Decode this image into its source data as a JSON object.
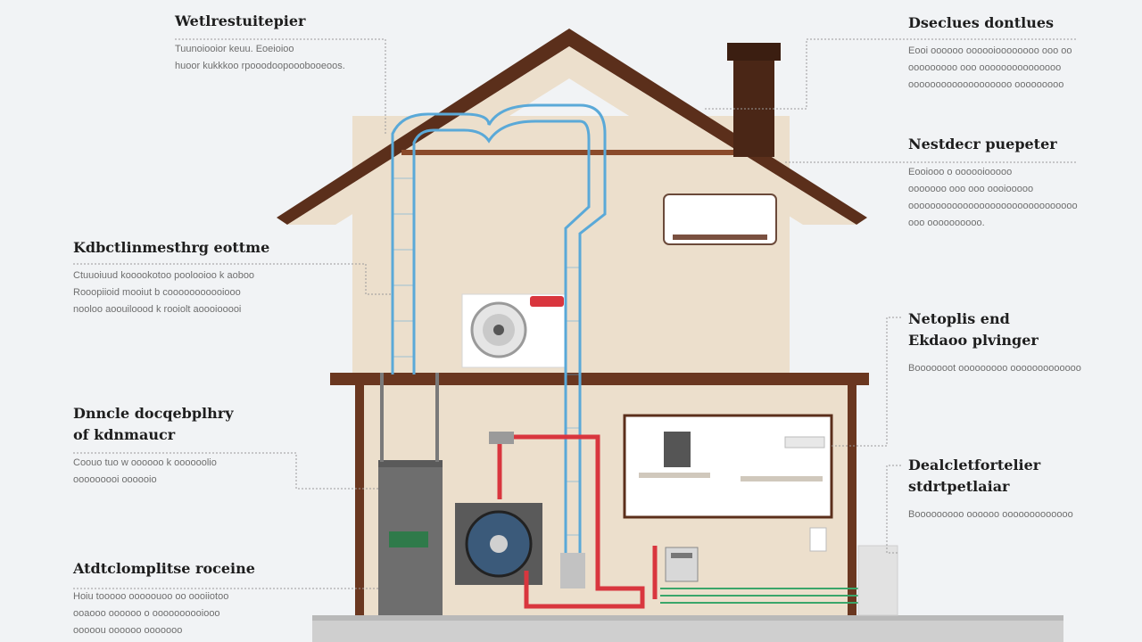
{
  "colors": {
    "background": "#f1f3f5",
    "house_wall": "#ecdfcc",
    "roof": "#5b2f1b",
    "duct": "#5aa9d8",
    "hot_pipe": "#d9363e",
    "ground_pipe": "#3aa66a",
    "label_text": "#1e1e1e",
    "desc_text": "#6e6e6e"
  },
  "callouts": {
    "top_left": {
      "title": "Wetlrestuitepier",
      "desc": "Tuunoiooior keuu. Eoeioioo\nhuoor kukkkoo rpooodoopooobooeoos."
    },
    "mid_left": {
      "title": "Kdbctlinmesthrg eottme",
      "desc": "Ctuuoiuud kooookotoo poolooioo k aoboo\nRooopiioid mooiut b cooooooooooiooo\nnooloo aoouiloood k rooiolt aoooiooooi"
    },
    "low_left": {
      "title": "Dnncle docqebplhry\nof kdnmaucr",
      "desc": "Coouo tuo w oooooo k oooooolio\nooooooooi oooooio"
    },
    "bottom_left": {
      "title": "Atdtclomplitse roceine",
      "desc": "Hoiu tooooo ooooouoo oo oooiiotoo\nooaooo oooooo o oooooooooiooo\nooooou oooooo ooooooo"
    },
    "top_right": {
      "title": "Dseclues dontlues",
      "desc": "Eooi oooooo oooooioooooooo ooo oo\nooooooooo ooo ooooooooooooooo\nooooooooooooooooooo ooooooooo"
    },
    "mid_right": {
      "title": "Nestdecr puepeter",
      "desc": "Eooiooo o oooooiooooo\nooooooo ooo ooo oooiooooo\nooooooooooooooooooooooooooooooo\nooo oooooooooo."
    },
    "low_right": {
      "title": "Netoplis end\nEkdaoo plvinger",
      "desc": "Booooooot ooooooooo ooooooooooooo"
    },
    "bottom_right": {
      "title": "Dealcletfortelier\nstdrtpetlaiar",
      "desc": "Booooooooo oooooo ooooooooooooo"
    }
  },
  "components": [
    {
      "name": "roof"
    },
    {
      "name": "chimney"
    },
    {
      "name": "wall-mounted-indoor-unit"
    },
    {
      "name": "outdoor-condenser-upper"
    },
    {
      "name": "ductwork"
    },
    {
      "name": "furnace-cabinet"
    },
    {
      "name": "heat-pump-unit"
    },
    {
      "name": "refrigerant-lines"
    },
    {
      "name": "interior-window-view"
    },
    {
      "name": "thermostat"
    },
    {
      "name": "ground-loop-pipes"
    }
  ]
}
